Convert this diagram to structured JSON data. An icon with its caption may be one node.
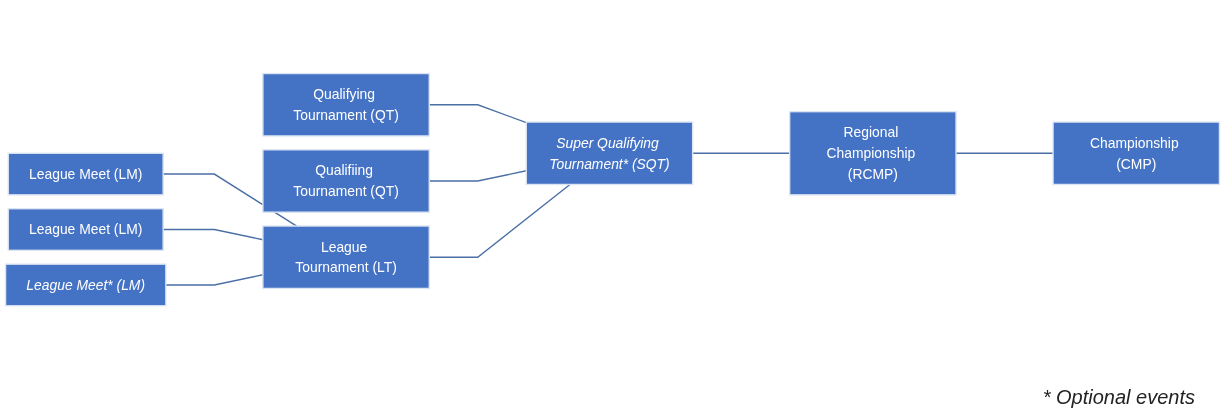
{
  "diagram": {
    "nodes": [
      {
        "text": [
          "League Meet (LM)"
        ]
      },
      {
        "text": [
          "League Meet (LM)"
        ]
      },
      {
        "text": [
          "League Meet* (LM)"
        ]
      },
      {
        "text": [
          "Qualifying Tournament (QT)"
        ]
      },
      {
        "text": [
          "Qualifiing Tournament (QT)"
        ]
      },
      {
        "text": [
          "League Tournament (LT)"
        ]
      },
      {
        "text": [
          "Super Qualifying Tournament* (SQT)"
        ]
      },
      {
        "text": [
          "Regional Championship (RCMP)"
        ]
      },
      {
        "text": [
          "Championship (CMP)"
        ]
      }
    ],
    "edges": [
      {
        "from": 0,
        "to": 5,
        "arrow": "none"
      },
      {
        "from": 1,
        "to": 5,
        "arrow": "none"
      },
      {
        "from": 2,
        "to": 5,
        "arrow": "none"
      },
      {
        "from": 3,
        "to": 6,
        "arrow": "none"
      },
      {
        "from": 4,
        "to": 6,
        "arrow": "none"
      },
      {
        "from": 5,
        "to": 6,
        "arrow": "none"
      },
      {
        "from": 6,
        "to": 7,
        "arrow": "none"
      },
      {
        "from": 7,
        "to": 8,
        "arrow": "none"
      }
    ],
    "labels": [
      "* Optional events"
    ]
  }
}
